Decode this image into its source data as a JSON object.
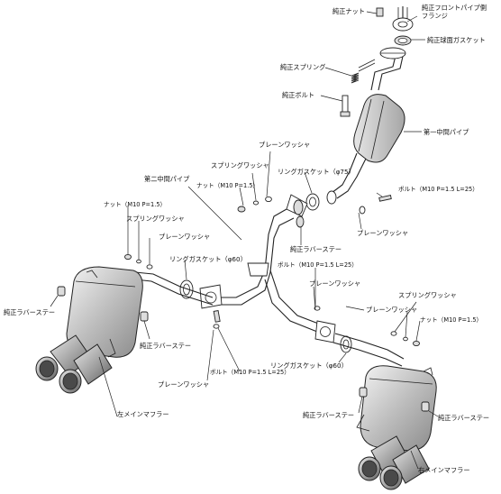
{
  "labels": {
    "front_pipe_flange": [
      "純正フロントパイプ側",
      "フランジ"
    ],
    "oem_nut": "純正ナット",
    "oem_spherical_gasket": "純正球面ガスケット",
    "oem_spring": "純正スプリング",
    "oem_bolt": "純正ボルト",
    "first_mid_pipe": "第一中間パイプ",
    "plain_washer_top": "プレーンワッシャ",
    "spring_washer_top": "スプリングワッシャ",
    "ring_gasket_75": "リングガスケット（φ75）",
    "second_mid_pipe": "第二中間パイプ",
    "nut_m10_center": "ナット（M10 P=1.5）",
    "bolt_m10_right": "ボルト（M10 P=1.5 L=25）",
    "plain_washer_right": "プレーンワッシャ",
    "oem_rubber_stay_center": "純正ラバーステー",
    "nut_m10_left": "ナット（M10 P=1.5）",
    "spring_washer_left": "スプリングワッシャ",
    "plain_washer_left": "プレーンワッシャ",
    "ring_gasket_60_left": "リングガスケット（φ60）",
    "bolt_m10_center": "ボルト（M10 P=1.5 L=25）",
    "plain_washer_center": "プレーンワッシャ",
    "oem_rubber_stay_left_outer": "純正ラバーステー",
    "oem_rubber_stay_left_inner": "純正ラバーステー",
    "plain_washer_lower": "プレーンワッシャ",
    "bolt_m10_lower": "ボルト（M10 P=1.5 L=25）",
    "left_main_muffler": "左メインマフラー",
    "spring_washer_right": "スプリングワッシャ",
    "plain_washer_right2": "プレーンワッシャ",
    "nut_m10_right": "ナット（M10 P=1.5）",
    "ring_gasket_60_right": "リングガスケット（φ60）",
    "oem_rubber_stay_right_inner": "純正ラバーステー",
    "oem_rubber_stay_right_outer": "純正ラバーステー",
    "right_main_muffler": "右メインマフラー"
  }
}
